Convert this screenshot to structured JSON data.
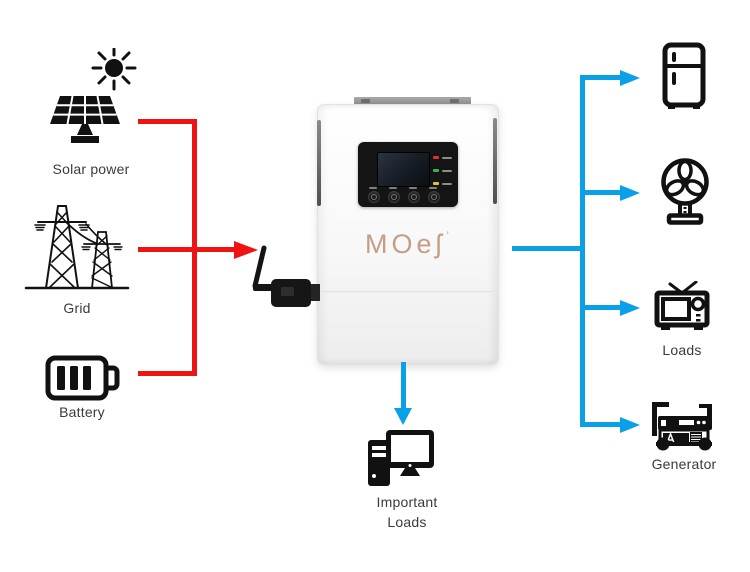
{
  "colors": {
    "input_line": "#EE1414",
    "output_line": "#0AA0E8",
    "icon": "#111111",
    "logo": "#C49E86"
  },
  "sources": [
    {
      "id": "solar",
      "label": "Solar power",
      "icon": "solar-panel-icon"
    },
    {
      "id": "grid",
      "label": "Grid",
      "icon": "power-grid-icon"
    },
    {
      "id": "battery",
      "label": "Battery",
      "icon": "battery-icon"
    }
  ],
  "inverter": {
    "brand_text": "MOeʃ",
    "brand_mark": "’",
    "status_leds": [
      "red-led",
      "green-led",
      "yellow-led"
    ],
    "button_count": 4,
    "wifi_module_icon": "wifi-antenna-module-icon"
  },
  "outputs": [
    {
      "id": "refrigerator",
      "label": "",
      "icon": "refrigerator-icon"
    },
    {
      "id": "fan",
      "label": "",
      "icon": "fan-icon"
    },
    {
      "id": "loads",
      "label": "Loads",
      "icon": "tv-icon"
    },
    {
      "id": "generator",
      "label": "Generator",
      "icon": "generator-icon"
    }
  ],
  "important_loads": {
    "label_line1": "Important",
    "label_line2": "Loads",
    "icon": "computer-icon"
  }
}
